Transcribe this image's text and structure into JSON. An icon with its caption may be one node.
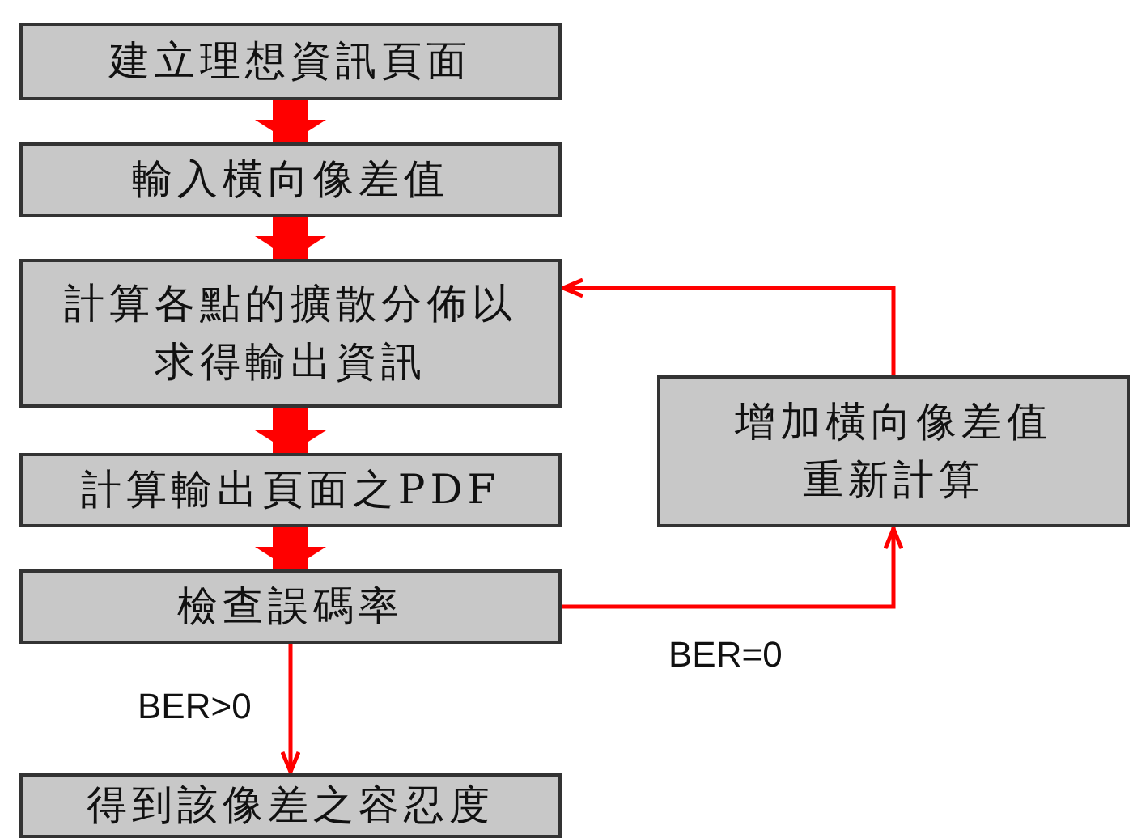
{
  "diagram": {
    "nodes": [
      {
        "text": [
          "建立理想資訊頁面"
        ]
      },
      {
        "text": [
          "輸入橫向像差值"
        ]
      },
      {
        "text": [
          "計算各點的擴散分佈以求得輸出資訊"
        ]
      },
      {
        "text": [
          "計算輸出頁面之PDF"
        ]
      },
      {
        "text": [
          "檢查誤碼率"
        ]
      },
      {
        "text": [
          "得到該像差之容忍度"
        ]
      },
      {
        "text": [
          "增加橫向像差值重新計算"
        ]
      }
    ],
    "edges": [
      {
        "from": 0,
        "to": 1,
        "arrow": "to"
      },
      {
        "from": 1,
        "to": 2,
        "arrow": "to"
      },
      {
        "from": 2,
        "to": 3,
        "arrow": "to"
      },
      {
        "from": 3,
        "to": 4,
        "arrow": "to"
      },
      {
        "from": 4,
        "to": 5,
        "arrow": "to",
        "label": "BER>0"
      },
      {
        "from": 4,
        "to": 6,
        "arrow": "to",
        "label": "BER=0"
      },
      {
        "from": 6,
        "to": 2,
        "arrow": "to"
      }
    ]
  }
}
